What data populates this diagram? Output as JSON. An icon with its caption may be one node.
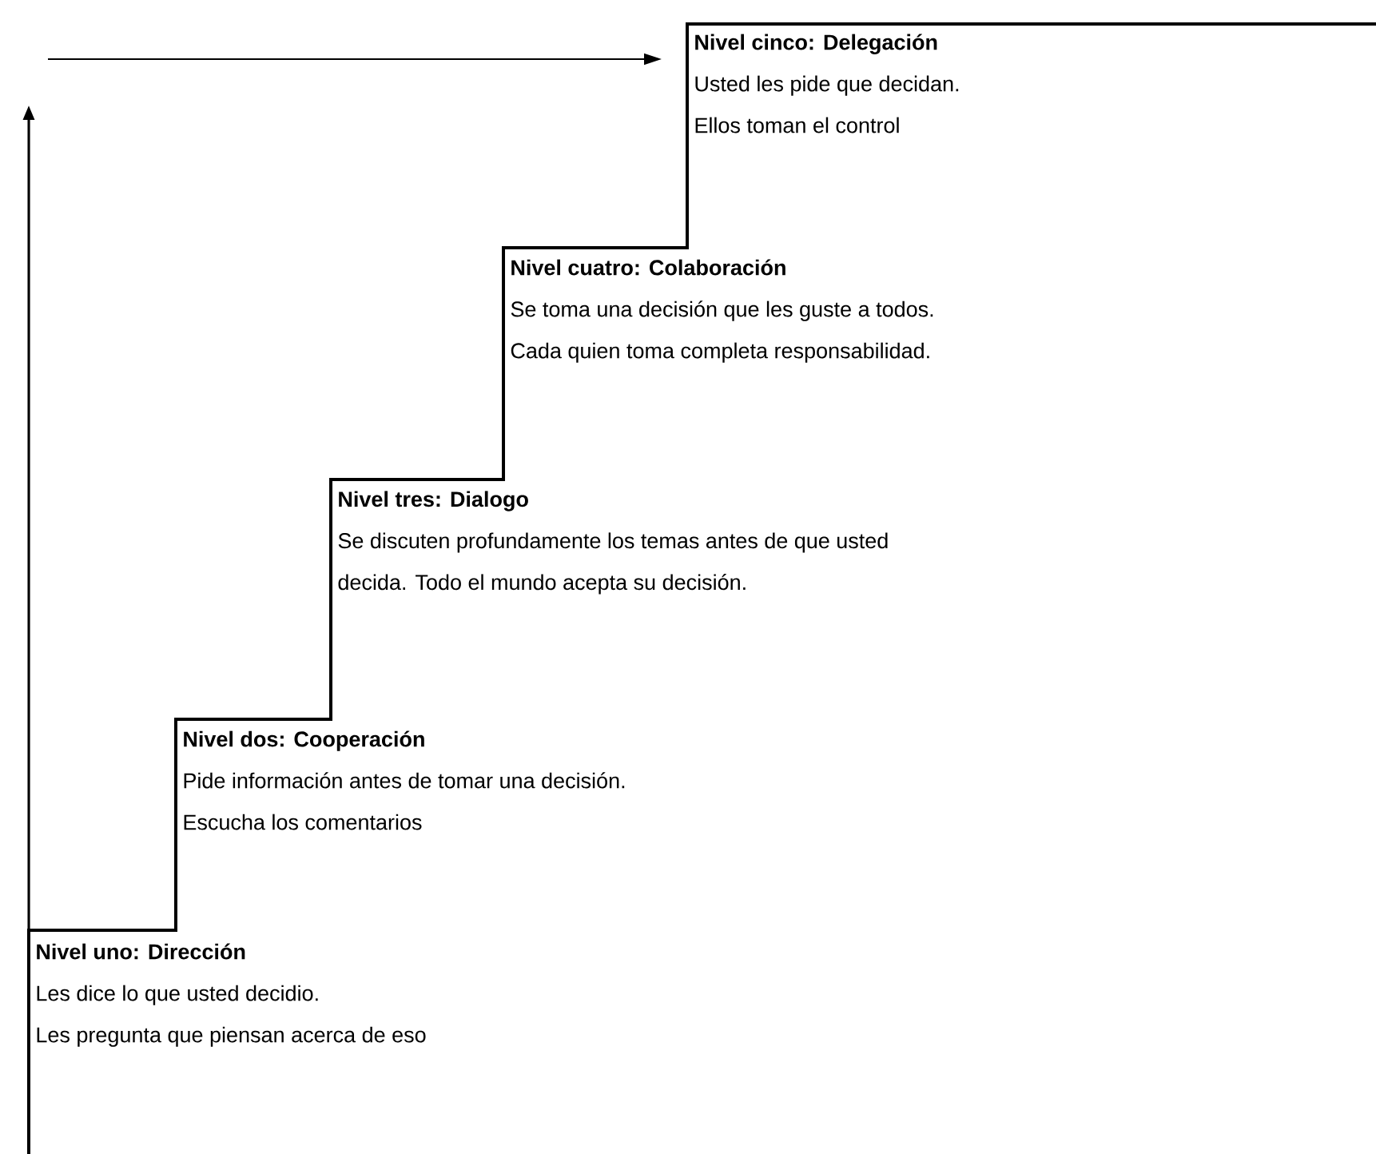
{
  "diagram": {
    "nodes": [
      {
        "text": [
          "Nivel uno: Dirección",
          "Les dice lo que usted decidio.",
          "Les pregunta que piensan acerca de eso"
        ]
      },
      {
        "text": [
          "Nivel dos: Cooperación",
          "Pide información antes de tomar una decisión.",
          "Escucha los comentarios"
        ]
      },
      {
        "text": [
          "Nivel tres: Dialogo",
          "Se discuten profundamente los temas antes de que usted decida. Todo el mundo acepta su decisión."
        ]
      },
      {
        "text": [
          "Nivel cuatro: Colaboración",
          "Se toma una decisión que les guste a todos.",
          "Cada quien toma completa responsabilidad."
        ]
      },
      {
        "text": [
          "Nivel cinco: Delegación",
          "Usted les pide que decidan.",
          "Ellos toman el control"
        ]
      }
    ]
  }
}
